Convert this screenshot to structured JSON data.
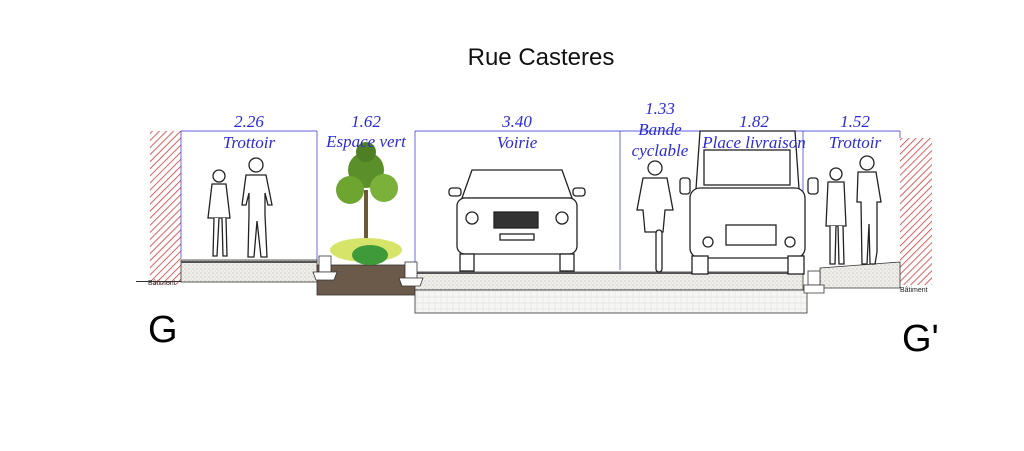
{
  "title": "Rue Casteres",
  "segments": [
    {
      "width": "2.26",
      "label": "Trottoir"
    },
    {
      "width": "1.62",
      "label": "Espace vert"
    },
    {
      "width": "3.40",
      "label": "Voirie"
    },
    {
      "width": "1.33",
      "label_line1": "Bande",
      "label_line2": "cyclable"
    },
    {
      "width": "1.82",
      "label": "Place livraison"
    },
    {
      "width": "1.52",
      "label": "Trottoir"
    }
  ],
  "building_label": "Bâtiment",
  "section_start": "G",
  "section_end": "G'",
  "colors": {
    "dimension": "#2b2bd6",
    "hatch": "#d43a3a",
    "soil": "#6b5a4a"
  }
}
